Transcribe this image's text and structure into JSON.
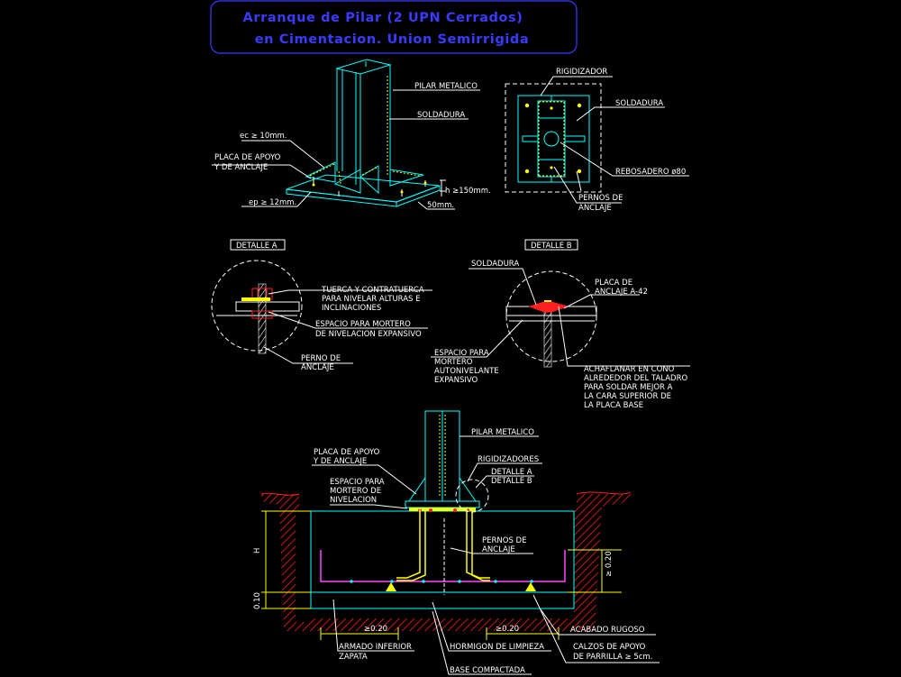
{
  "title": {
    "line1": "Arranque de Pilar (2 UPN Cerrados)",
    "line2": "en Cimentacion. Union Semirrigida"
  },
  "iso_view": {
    "pilar": "PILAR METALICO",
    "soldadura": "SOLDADURA",
    "ec": "ec ≥ 10mm.",
    "placa1": "PLACA DE APOYO",
    "placa2": "Y DE ANCLAJE",
    "ep": "ep ≥ 12mm.",
    "h": "h ≥150mm.",
    "d50": "50mm."
  },
  "plan_view": {
    "rigidizador": "RIGIDIZADOR",
    "soldadura": "SOLDADURA",
    "rebosadero": "REBOSADERO ø80",
    "pernos1": "PERNOS DE",
    "pernos2": "ANCLAJE"
  },
  "detail_a": {
    "tag": "DETALLE A",
    "tuerca1": "TUERCA Y CONTRATUERCA",
    "tuerca2": "PARA NIVELAR ALTURAS E",
    "tuerca3": "INCLINACIONES",
    "espacio1": "ESPACIO PARA MORTERO",
    "espacio2": "DE NIVELACION EXPANSIVO",
    "perno1": "PERNO DE",
    "perno2": "ANCLAJE"
  },
  "detail_b": {
    "tag": "DETALLE B",
    "soldadura": "SOLDADURA",
    "placa1": "PLACA DE",
    "placa2": "ANCLAJE A-42",
    "espacio1": "ESPACIO PARA",
    "espacio2": "MORTERO",
    "espacio3": "AUTONIVELANTE",
    "espacio4": "EXPANSIVO",
    "ach1": "ACHAFLANAR EN CONO",
    "ach2": "ALREDEDOR DEL TALADRO",
    "ach3": "PARA SOLDAR MEJOR A",
    "ach4": "LA CARA SUPERIOR DE",
    "ach5": "LA PLACA BASE"
  },
  "section": {
    "pilar": "PILAR METALICO",
    "placa1": "PLACA DE APOYO",
    "placa2": "Y DE ANCLAJE",
    "rigid": "RIGIDIZADORES",
    "det1": "DETALLE A",
    "det2": "DETALLE B",
    "esp1": "ESPACIO PARA",
    "esp2": "MORTERO DE",
    "esp3": "NIVELACION",
    "pernos1": "PERNOS DE",
    "pernos2": "ANCLAJE",
    "H": "H",
    "d010": "0.10",
    "d020r": "≥ 0.20",
    "d020a": "≥0.20",
    "d020b": "≥0.20",
    "acabado": "ACABADO RUGOSO",
    "armado1": "ARMADO INFERIOR",
    "armado2": "ZAPATA",
    "hormigon": "HORMIGON DE LIMPIEZA",
    "calzos1": "CALZOS DE APOYO",
    "calzos2": "DE PARRILLA ≥ 5cm.",
    "base": "BASE COMPACTADA"
  },
  "colors": {
    "background": "#000000",
    "title": "#3b3bff",
    "steel": "#00ffff",
    "weld": "#ffff00",
    "leader": "#ffffff",
    "soil": "#ff2020",
    "bolt": "#ffffff"
  }
}
